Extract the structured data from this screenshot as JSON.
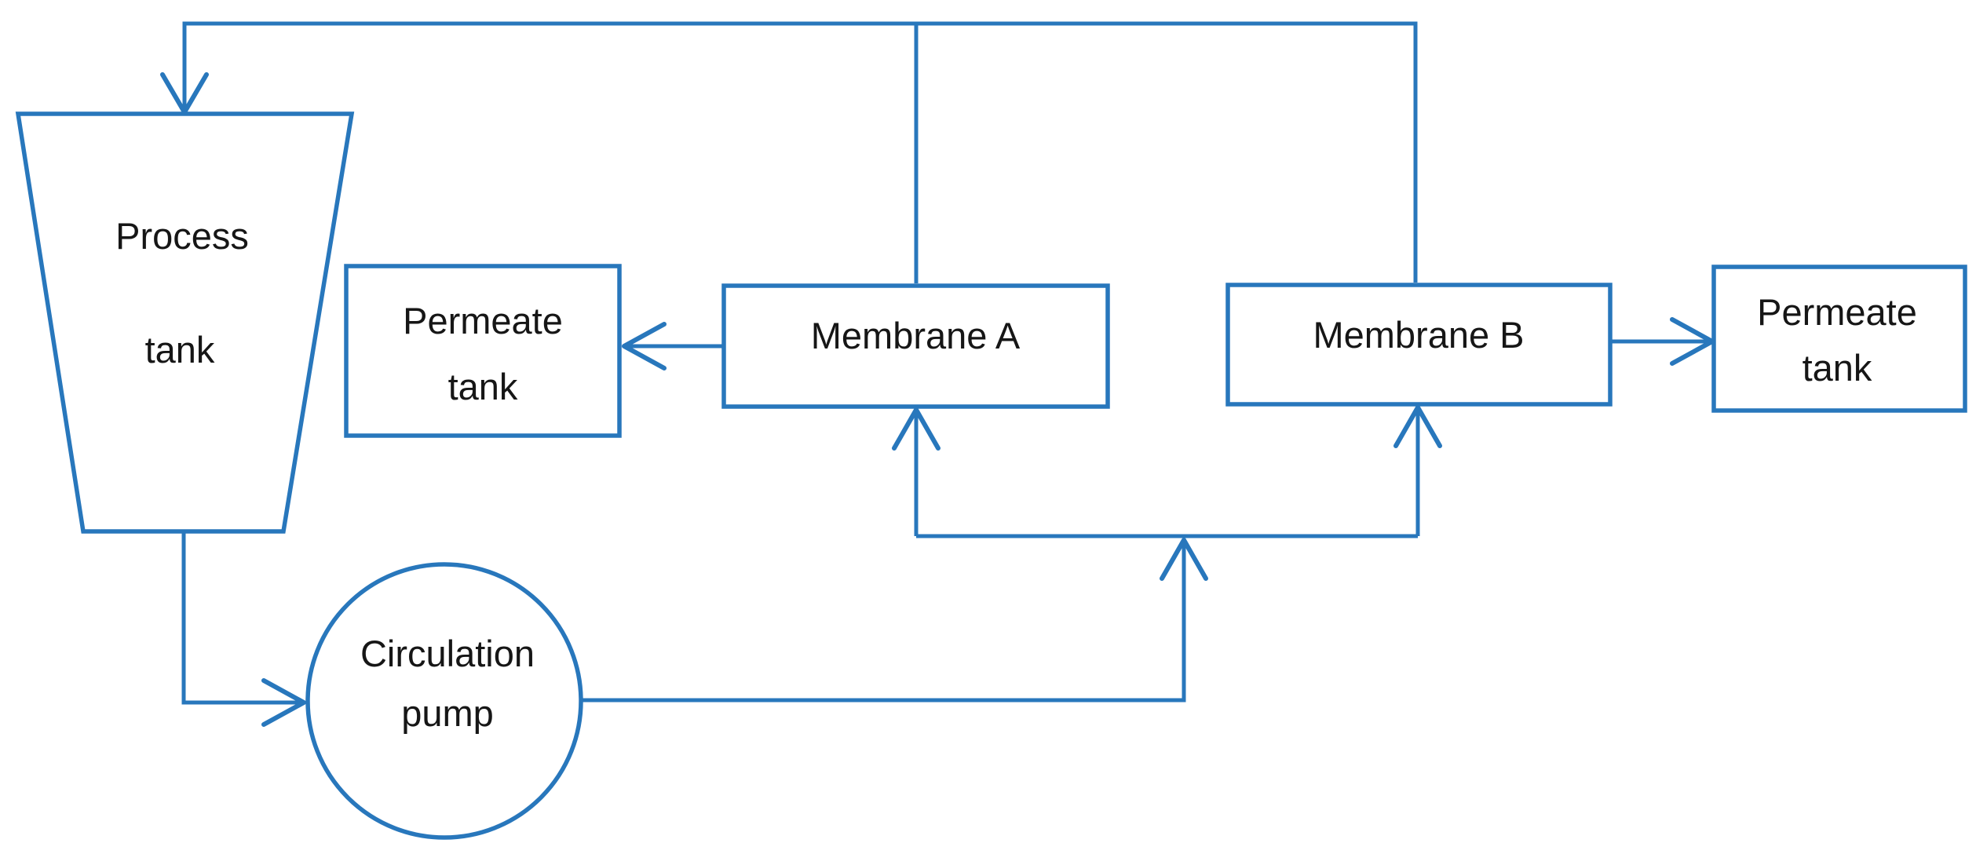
{
  "diagram": {
    "type": "process-flow-diagram",
    "background_color": "#ffffff",
    "line_color": "#2877BC",
    "text_color": "#161616",
    "nodes": {
      "process_tank": {
        "shape": "trapezoid",
        "lines": [
          "Process",
          "tank"
        ]
      },
      "permeate_tank_left": {
        "shape": "rectangle",
        "lines": [
          "Permeate",
          "tank"
        ]
      },
      "membrane_a": {
        "shape": "rectangle",
        "lines": [
          "Membrane A"
        ]
      },
      "membrane_b": {
        "shape": "rectangle",
        "lines": [
          "Membrane B"
        ]
      },
      "permeate_tank_right": {
        "shape": "rectangle",
        "lines": [
          "Permeate",
          "tank"
        ]
      },
      "circulation_pump": {
        "shape": "circle",
        "lines": [
          "Circulation",
          "pump"
        ]
      }
    },
    "connections": [
      {
        "id": "top-return-line",
        "from": "membrane_a / membrane_b (tops)",
        "to": "process_tank",
        "arrow_into": "process_tank"
      },
      {
        "id": "membrane-a-to-permeate-left",
        "from": "membrane_a",
        "to": "permeate_tank_left",
        "arrow_into": "permeate_tank_left"
      },
      {
        "id": "membrane-b-to-permeate-right",
        "from": "membrane_b",
        "to": "permeate_tank_right",
        "arrow_into": "permeate_tank_right"
      },
      {
        "id": "process-tank-to-pump",
        "from": "process_tank",
        "to": "circulation_pump",
        "arrow_into": "circulation_pump"
      },
      {
        "id": "pump-to-membranes",
        "from": "circulation_pump",
        "to": "membrane_a / membrane_b (bottoms)",
        "arrow_into": "membrane_a, membrane_b"
      }
    ]
  }
}
